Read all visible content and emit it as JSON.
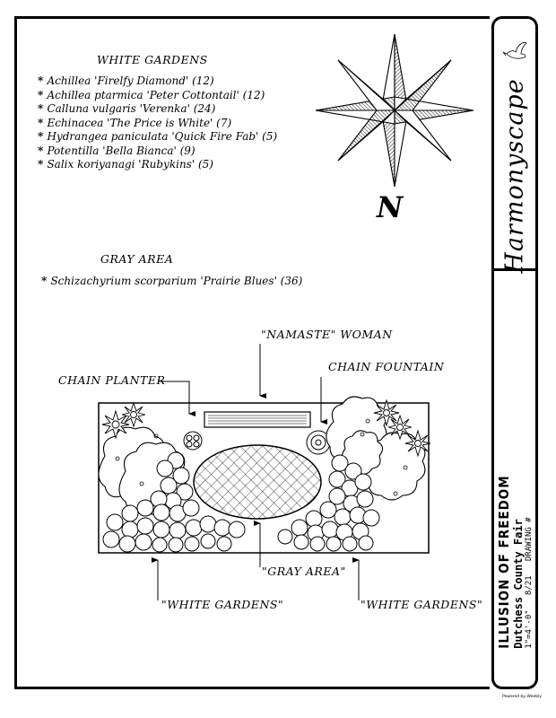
{
  "title_block": {
    "brand": "Harmonyscape",
    "project_title": "ILLUSION OF FREEDOM",
    "project_subtitle": "Dutchess County Fair",
    "drawing_info": "DRAWING #",
    "date_text": "8/21",
    "scale_text": "1\"=4'-0\""
  },
  "legend": {
    "white_gardens": {
      "title": "WHITE GARDENS",
      "plants": [
        "Achillea 'Firelfy Diamond' (12)",
        "Achillea ptarmica 'Peter Cottontail' (12)",
        "Calluna vulgaris 'Verenka' (24)",
        "Echinacea 'The Price is White' (7)",
        "Hydrangea paniculata 'Quick Fire Fab' (5)",
        "Potentilla 'Bella Bianca' (9)",
        "Salix koriyanagi 'Rubykins' (5)"
      ]
    },
    "gray_area": {
      "title": "GRAY AREA",
      "plants": [
        "Schizachyrium scorparium 'Prairie Blues' (36)"
      ]
    }
  },
  "compass": {
    "north_label": "N"
  },
  "plan": {
    "labels": {
      "namaste_woman": "\"NAMASTE\" WOMAN",
      "chain_planter": "CHAIN PLANTER",
      "chain_fountain": "CHAIN FOUNTAIN",
      "gray_area": "\"GRAY AREA\"",
      "white_gardens_left": "\"WHITE GARDENS\"",
      "white_gardens_right": "\"WHITE GARDENS\""
    }
  },
  "footer": {
    "credit": "Powered by Weebly"
  }
}
